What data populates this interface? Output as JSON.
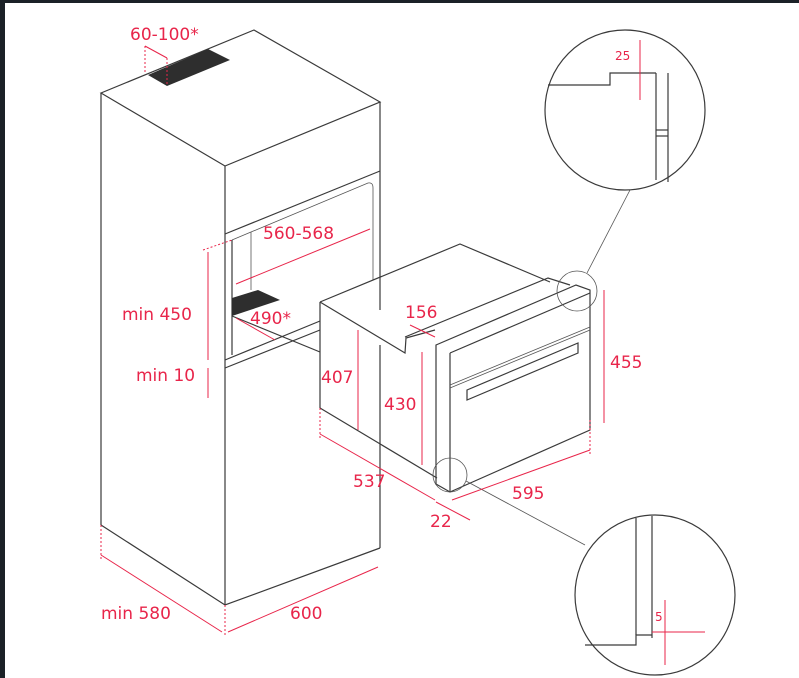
{
  "colors": {
    "line": "#3a3a3a",
    "dimension": "#e8254a",
    "slot": "#2e2e2e",
    "frame": "#1b2127"
  },
  "labels": {
    "vent_top": "60-100*",
    "niche_width": "560-568",
    "niche_height": "min 450",
    "vent_depth": "490*",
    "gap_min": "min 10",
    "cabinet_depth": "min 580",
    "cabinet_width": "600",
    "oven_body_height": "407",
    "oven_notch": "156",
    "oven_inner_height": "430",
    "oven_front_height": "455",
    "oven_depth": "537",
    "oven_width": "595",
    "front_thickness": "22",
    "detail_top": "25",
    "detail_bottom": "5"
  }
}
